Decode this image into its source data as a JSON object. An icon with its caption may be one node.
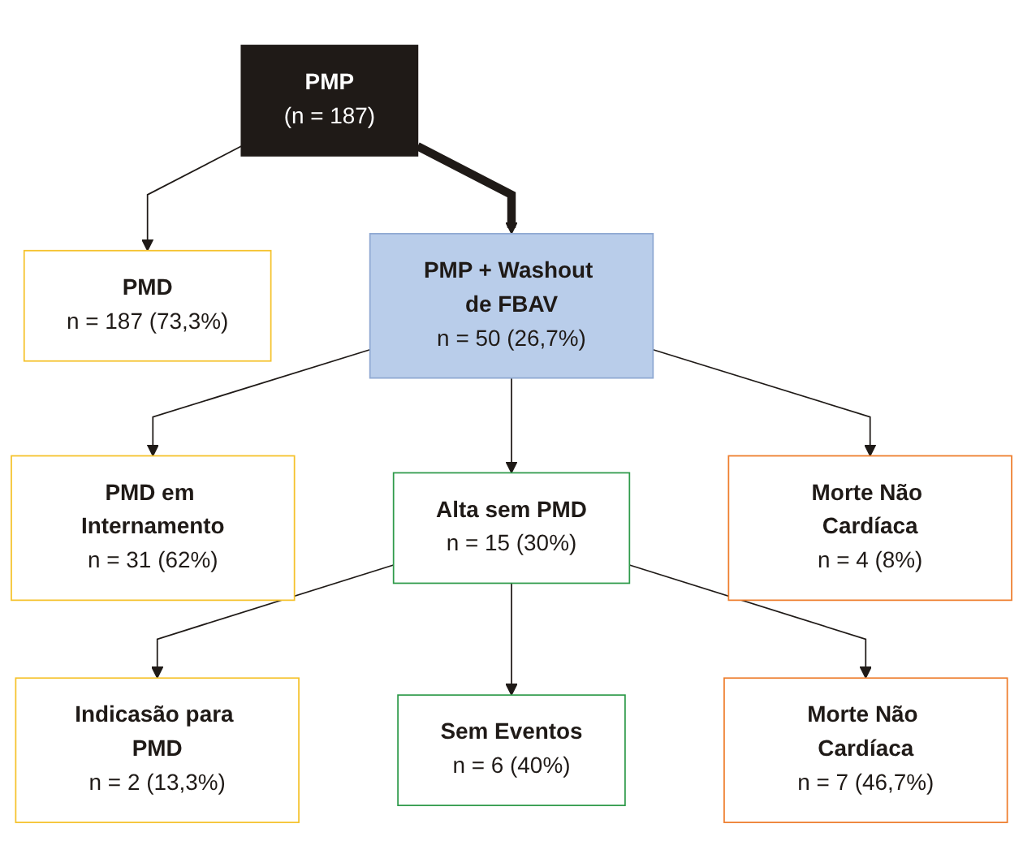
{
  "diagram": {
    "nodes": [
      {
        "text": [
          "PMP",
          "(n = 187)"
        ]
      },
      {
        "text": [
          "PMD",
          "n = 187 (73,3%)"
        ]
      },
      {
        "text": [
          "PMP + Washout de FBAV",
          "n = 50 (26,7%)"
        ]
      },
      {
        "text": [
          "PMD em Internamento",
          "n = 31 (62%)"
        ]
      },
      {
        "text": [
          "Alta sem PMD",
          "n = 15 (30%)"
        ]
      },
      {
        "text": [
          "Morte Não Cardíaca",
          "n = 4 (8%)"
        ]
      },
      {
        "text": [
          "Indicasão para PMD",
          "n = 2 (13,3%)"
        ]
      },
      {
        "text": [
          "Sem Eventos",
          "n = 6 (40%)"
        ]
      },
      {
        "text": [
          "Morte Não Cardíaca",
          "n = 7 (46,7%)"
        ]
      }
    ],
    "edges": [
      {
        "from": 0,
        "to": 1,
        "arrow": "to"
      },
      {
        "from": 0,
        "to": 2,
        "arrow": "to",
        "style": "thick"
      },
      {
        "from": 2,
        "to": 3,
        "arrow": "to"
      },
      {
        "from": 2,
        "to": 4,
        "arrow": "to"
      },
      {
        "from": 2,
        "to": 5,
        "arrow": "to"
      },
      {
        "from": 4,
        "to": 6,
        "arrow": "to"
      },
      {
        "from": 4,
        "to": 7,
        "arrow": "to"
      },
      {
        "from": 4,
        "to": 8,
        "arrow": "to"
      }
    ]
  }
}
